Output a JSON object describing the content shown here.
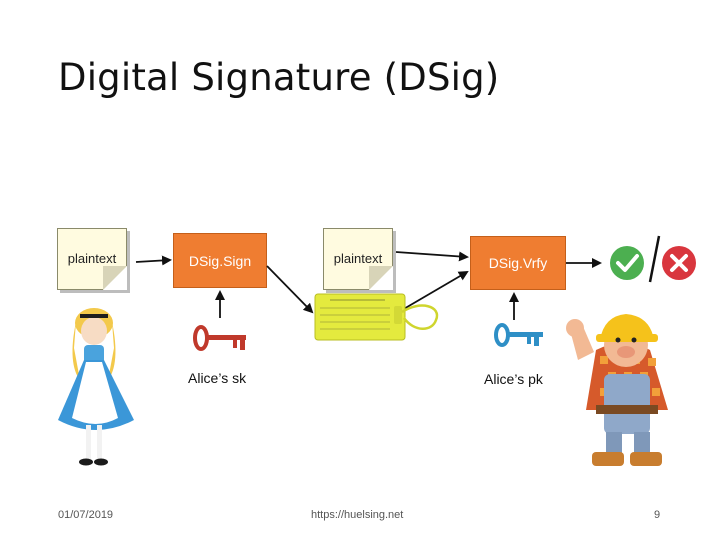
{
  "slide": {
    "title": "Digital Signature (DSig)",
    "footer_date": "01/07/2019",
    "footer_url": "https://huelsing.net",
    "page_number": "9"
  },
  "diagram": {
    "plaintext_left": "plaintext",
    "sign_box": "DSig.Sign",
    "plaintext_middle": "plaintext",
    "verify_box": "DSig.Vrfy",
    "secret_key_label": "Alice’s sk",
    "public_key_label": "Alice’s pk"
  },
  "colors": {
    "box": "#ef7d31",
    "secret_key": "#c0392b",
    "public_key": "#2e8fc6",
    "check": "#4caf50",
    "cross": "#d9363e",
    "tag": "#e4ea3e"
  },
  "icons": [
    "alice-figure",
    "bob-builder-figure",
    "red-key-icon",
    "blue-key-icon",
    "signature-tag-icon",
    "check-icon",
    "cross-icon"
  ]
}
